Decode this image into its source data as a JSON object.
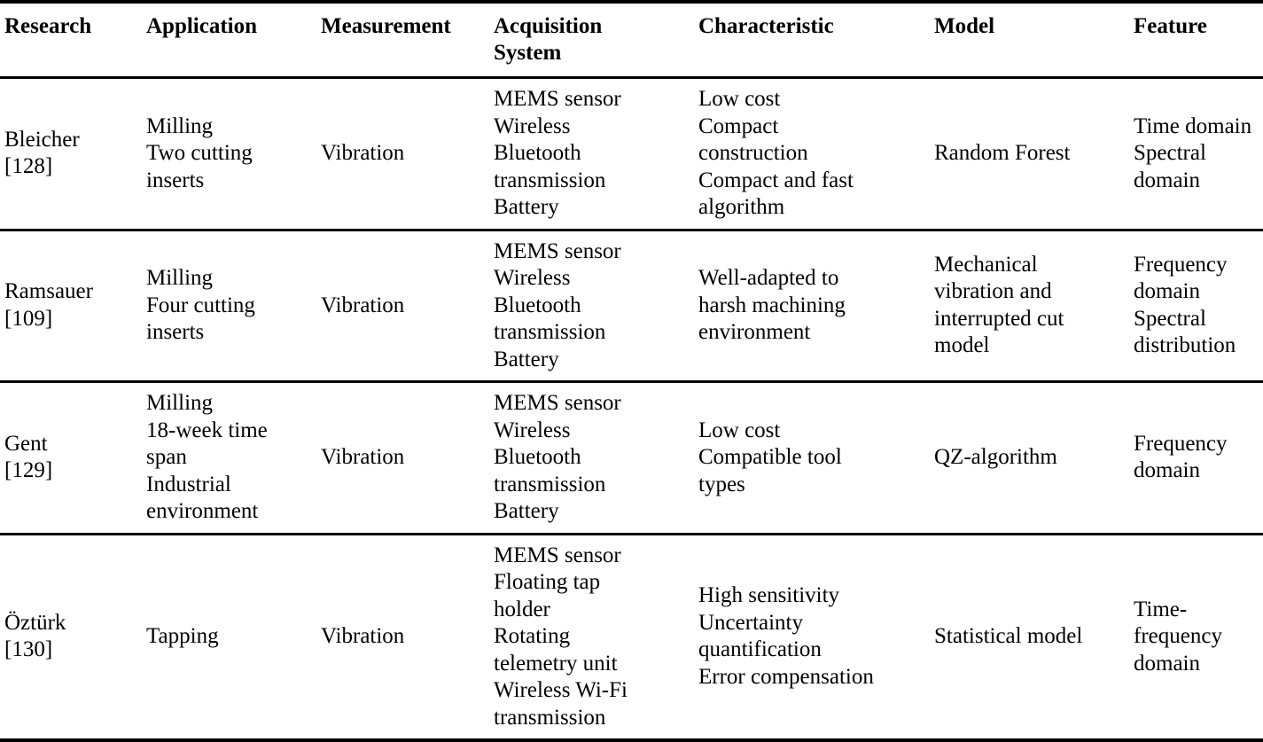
{
  "table": {
    "columns": [
      {
        "key": "research",
        "label": "Research"
      },
      {
        "key": "application",
        "label": "Application"
      },
      {
        "key": "measurement",
        "label": "Measurement"
      },
      {
        "key": "acquisition",
        "label": "Acquisition\nSystem"
      },
      {
        "key": "characteristic",
        "label": "Characteristic"
      },
      {
        "key": "model",
        "label": "Model"
      },
      {
        "key": "feature",
        "label": "Feature"
      }
    ],
    "rows": [
      {
        "research": "Bleicher\n[128]",
        "application": "Milling\nTwo cutting\ninserts",
        "measurement": "Vibration",
        "acquisition": "MEMS sensor\nWireless\nBluetooth\ntransmission\nBattery",
        "characteristic": "Low cost\nCompact\nconstruction\nCompact and fast\nalgorithm",
        "model": "Random Forest",
        "feature": "Time domain\nSpectral\ndomain"
      },
      {
        "research": "Ramsauer\n[109]",
        "application": "Milling\nFour cutting\ninserts",
        "measurement": "Vibration",
        "acquisition": "MEMS sensor\nWireless\nBluetooth\ntransmission\nBattery",
        "characteristic": "Well-adapted to\nharsh machining\nenvironment",
        "model": "Mechanical\nvibration and\ninterrupted cut\nmodel",
        "feature": "Frequency\ndomain\nSpectral\ndistribution"
      },
      {
        "research": "Gent\n[129]",
        "application": "Milling\n18-week time\nspan\nIndustrial\nenvironment",
        "measurement": "Vibration",
        "acquisition": "MEMS sensor\nWireless\nBluetooth\ntransmission\nBattery",
        "characteristic": "Low cost\nCompatible tool\ntypes",
        "model": "QZ-algorithm",
        "feature": "Frequency\ndomain"
      },
      {
        "research": "Öztürk\n[130]",
        "application": "Tapping",
        "measurement": "Vibration",
        "acquisition": "MEMS sensor\nFloating tap\nholder\nRotating\ntelemetry unit\nWireless Wi-Fi\ntransmission",
        "characteristic": "High sensitivity\nUncertainty\nquantification\nError compensation",
        "model": "Statistical model",
        "feature": "Time-\nfrequency\ndomain"
      }
    ]
  },
  "style": {
    "text_color": "#000000",
    "background": "#ffffff",
    "rule_color": "#000000"
  }
}
